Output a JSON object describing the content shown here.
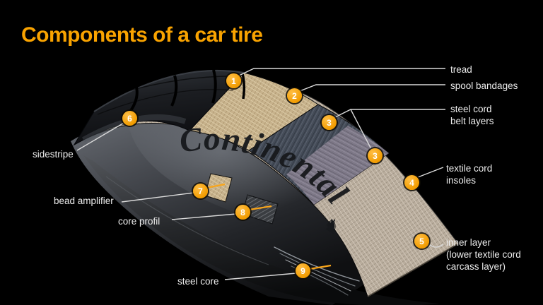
{
  "title": "Components of a car tire",
  "brand": {
    "sidewall_text": "Continental",
    "horse_icon": "continental-horse-logo"
  },
  "colors": {
    "accent_orange": "#f9a51a",
    "title_orange": "#f9a300",
    "label_text": "#ececec",
    "leader_line": "#d9d9d9",
    "background": "#000000"
  },
  "annotations": [
    {
      "number": "1",
      "label": "tread"
    },
    {
      "number": "2",
      "label": "spool bandages"
    },
    {
      "number": "3",
      "label": "steel cord\nbelt layers"
    },
    {
      "number": "4",
      "label": "textile cord\ninsoles"
    },
    {
      "number": "5",
      "label": "inner layer\n(lower textile cord\ncarcass layer)"
    },
    {
      "number": "6",
      "label": "sidestripe"
    },
    {
      "number": "7",
      "label": "bead amplifier"
    },
    {
      "number": "8",
      "label": "core profil"
    },
    {
      "number": "9",
      "label": "steel core"
    }
  ],
  "badge_numbers": [
    "1",
    "2",
    "3",
    "3",
    "4",
    "5",
    "6",
    "7",
    "8",
    "9"
  ]
}
